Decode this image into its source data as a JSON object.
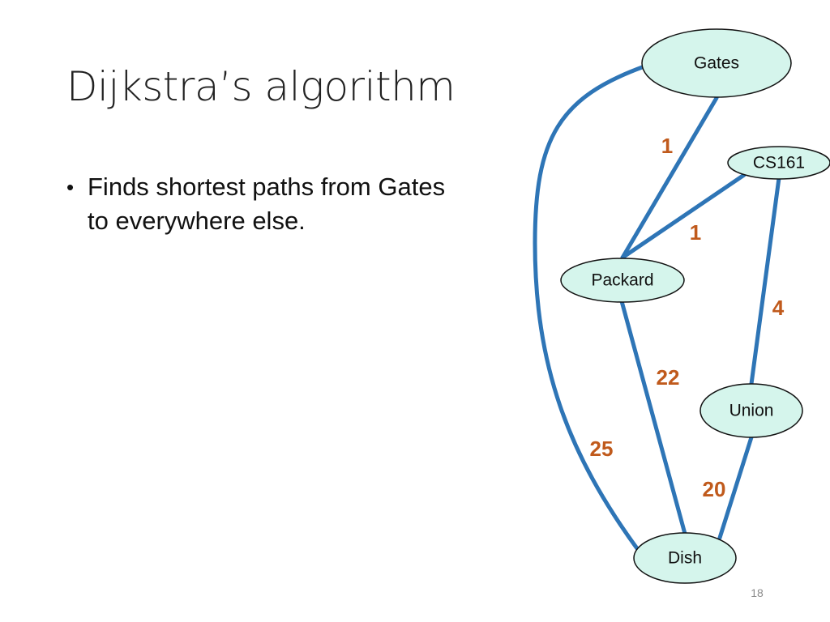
{
  "slide": {
    "title": "Dijkstra’s algorithm",
    "bullets": [
      {
        "text": "Finds shortest paths from Gates to everywhere else."
      }
    ],
    "page_number": "18"
  },
  "graph": {
    "nodes": [
      {
        "id": "gates",
        "label": "Gates"
      },
      {
        "id": "cs161",
        "label": "CS161"
      },
      {
        "id": "packard",
        "label": "Packard"
      },
      {
        "id": "union",
        "label": "Union"
      },
      {
        "id": "dish",
        "label": "Dish"
      }
    ],
    "edges": [
      {
        "from": "gates",
        "to": "packard",
        "weight": "1"
      },
      {
        "from": "cs161",
        "to": "packard",
        "weight": "1"
      },
      {
        "from": "cs161",
        "to": "union",
        "weight": "4"
      },
      {
        "from": "packard",
        "to": "dish",
        "weight": "22"
      },
      {
        "from": "gates",
        "to": "dish",
        "weight": "25"
      },
      {
        "from": "union",
        "to": "dish",
        "weight": "20"
      }
    ],
    "colors": {
      "edge": "#2e75b6",
      "node_fill": "#d5f5ec",
      "node_stroke": "#111111",
      "weight": "#c05a1c"
    }
  }
}
